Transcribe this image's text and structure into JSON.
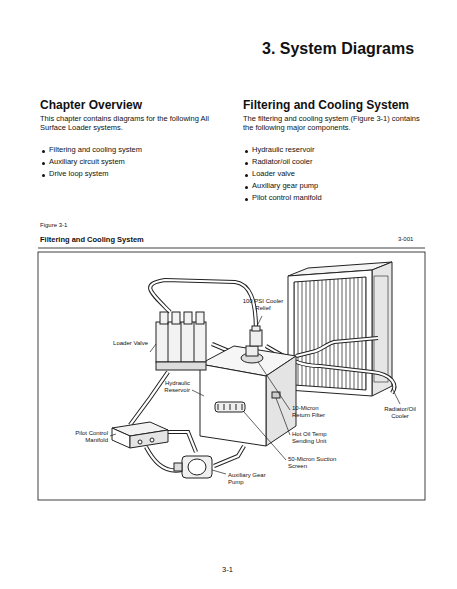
{
  "diagram": {
    "title": "3. System Diagrams",
    "labels": [
      "Chapter Overview",
      "This chapter contains diagrams for the following All Surface Loader systems.",
      "Filtering and cooling system",
      "Auxiliary circuit system",
      "Drive loop system",
      "Filtering and Cooling System",
      "The filtering and cooling system (Figure 3-1) contains the following major components.",
      "Hydraulic reservoir",
      "Radiator/oil cooler",
      "Loader valve",
      "Auxiliary gear pump",
      "Pilot control manifold",
      "Figure 3-1",
      "Filtering and Cooling System",
      "3-001",
      "100 PSI Cooler Relief",
      "Loader Valve",
      "Hydraulic Reservoir",
      "10-Micron Return Filter",
      "Hot Oil Temp Sending Unit",
      "50-Micron Suction Screen",
      "Pilot Control Manifold",
      "Auxiliary Gear Pump",
      "Radiator/Oil Cooler",
      "3-1"
    ]
  }
}
